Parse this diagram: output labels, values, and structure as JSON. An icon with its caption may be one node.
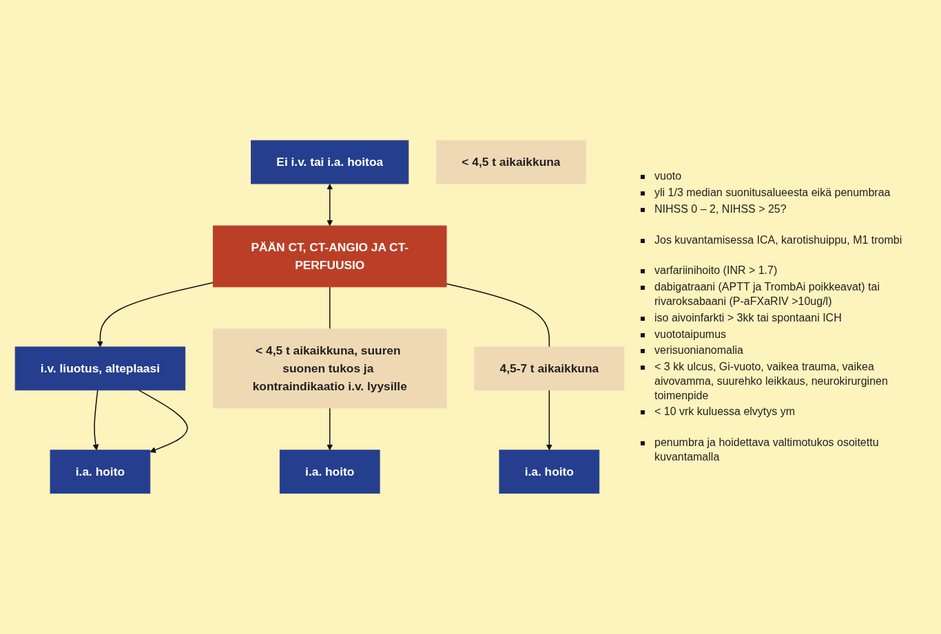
{
  "diagram": {
    "nodes": [
      {
        "text": [
          "Ei i.v. tai i.a. hoitoa"
        ]
      },
      {
        "text": [
          "PÄÄN CT, CT-ANGIO JA CT-PERFUUSIO"
        ]
      },
      {
        "text": [
          "< 4,5 t aikaikkuna"
        ]
      },
      {
        "text": [
          "< 4,5 t aikaikkuna, suuren suonen tukos ja kontraindikaatio i.v. lyysille"
        ]
      },
      {
        "text": [
          "4,5-7 t aikaikkuna"
        ]
      },
      {
        "text": [
          "i.v. liuotus, alteplaasi"
        ]
      },
      {
        "text": [
          "i.a. hoito"
        ]
      },
      {
        "text": [
          "i.a. hoito"
        ]
      },
      {
        "text": [
          "i.a. hoito"
        ]
      }
    ],
    "edges": [
      {
        "from": 0,
        "to": 1,
        "arrow": "both"
      },
      {
        "from": 1,
        "to": 5,
        "arrow": "to"
      },
      {
        "from": 1,
        "to": 3,
        "arrow": "none"
      },
      {
        "from": 3,
        "to": 7,
        "arrow": "to"
      },
      {
        "from": 1,
        "to": 4,
        "arrow": "none"
      },
      {
        "from": 4,
        "to": 8,
        "arrow": "to"
      },
      {
        "from": 5,
        "to": 6,
        "arrow": "to"
      },
      {
        "from": 5,
        "to": 6,
        "arrow": "to"
      }
    ],
    "labels": [
      "vuoto",
      "yli 1/3 median suonitusalueesta eikä penumbraa",
      "NIHSS 0 – 2, NIHSS > 25?",
      "Jos kuvantamisessa ICA, karotishuippu, M1 trombi",
      "varfariinihoito (INR > 1.7)",
      "dabigatraani (APTT ja TrombAi poikkeavat) tai rivaroksabaani (P-aFXaRIV >10ug/l)",
      "iso aivoinfarkti > 3kk tai spontaani ICH",
      "vuototaipumus",
      "verisuonianomalia",
      "< 3 kk ulcus, Gi-vuoto, vaikea trauma, vaikea aivovamma, suurehko leikkaus, neurokirurginen toimenpide",
      "< 10 vrk kuluessa elvytys ym",
      "penumbra ja hoidettava valtimotukos osoitettu kuvantamalla"
    ]
  }
}
